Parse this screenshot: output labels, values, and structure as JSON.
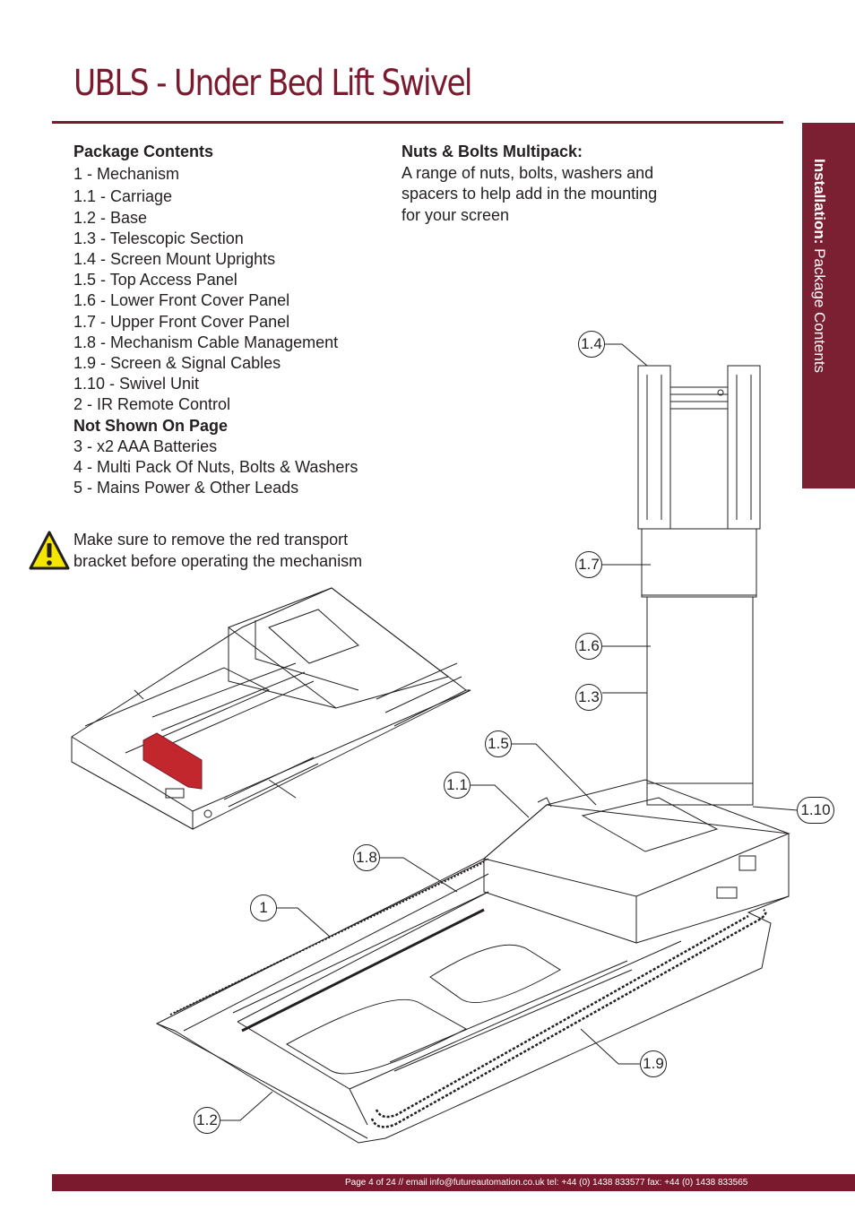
{
  "header": {
    "title": "UBLS - Under Bed Lift Swivel"
  },
  "side_tab": {
    "bold": "Installation:",
    "rest": " Package Contents"
  },
  "package_contents": {
    "heading": "Package Contents",
    "items": [
      "1 - Mechanism",
      "1.1 - Carriage",
      "1.2 - Base",
      "1.3 - Telescopic Section",
      "1.4 - Screen Mount Uprights",
      "1.5 - Top Access Panel",
      "1.6 - Lower Front Cover Panel",
      "1.7 - Upper Front Cover Panel",
      "1.8 - Mechanism Cable Management",
      "1.9 - Screen & Signal Cables",
      "1.10 - Swivel Unit",
      "2 - IR Remote Control"
    ],
    "not_shown_heading": "Not Shown On Page",
    "not_shown_items": [
      "3 - x2 AAA Batteries",
      "4 - Multi Pack Of Nuts, Bolts & Washers",
      "5 - Mains Power & Other Leads"
    ]
  },
  "multipack": {
    "heading": "Nuts & Bolts Multipack:",
    "text": "A range of nuts, bolts, washers and spacers to help add in the mounting for your screen"
  },
  "warning": {
    "icon": "warning-triangle-icon",
    "text": "Make sure to remove the red transport bracket before operating the mechanism"
  },
  "callouts": {
    "c1_4": "1.4",
    "c1_7": "1.7",
    "c1_6": "1.6",
    "c1_3": "1.3",
    "c1_5": "1.5",
    "c1_1": "1.1",
    "c1_10": "1.10",
    "c1_8": "1.8",
    "c1": "1",
    "c1_9": "1.9",
    "c1_2": "1.2"
  },
  "colors": {
    "brand": "#7b1a2e",
    "bracket_red": "#c1272d",
    "warning_yellow": "#f5e600"
  },
  "footer": {
    "text": "Page 4 of 24 // email info@futureautomation.co.uk  tel: +44 (0) 1438 833577  fax: +44 (0) 1438 833565"
  }
}
